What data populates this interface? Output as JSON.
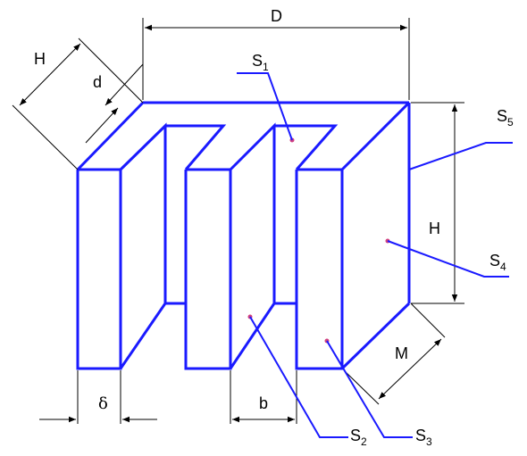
{
  "labels": {
    "D": "D",
    "H_top": "H",
    "d": "d",
    "H_right": "H",
    "M": "M",
    "b": "b",
    "delta": "δ",
    "S1_letter": "S",
    "S1_sub": "1",
    "S2_letter": "S",
    "S2_sub": "2",
    "S3_letter": "S",
    "S3_sub": "3",
    "S4_letter": "S",
    "S4_sub": "4",
    "S5_letter": "S",
    "S5_sub": "5"
  },
  "colors": {
    "outline": "#1a1aff",
    "dimension": "#000000",
    "point": "#d04080"
  }
}
